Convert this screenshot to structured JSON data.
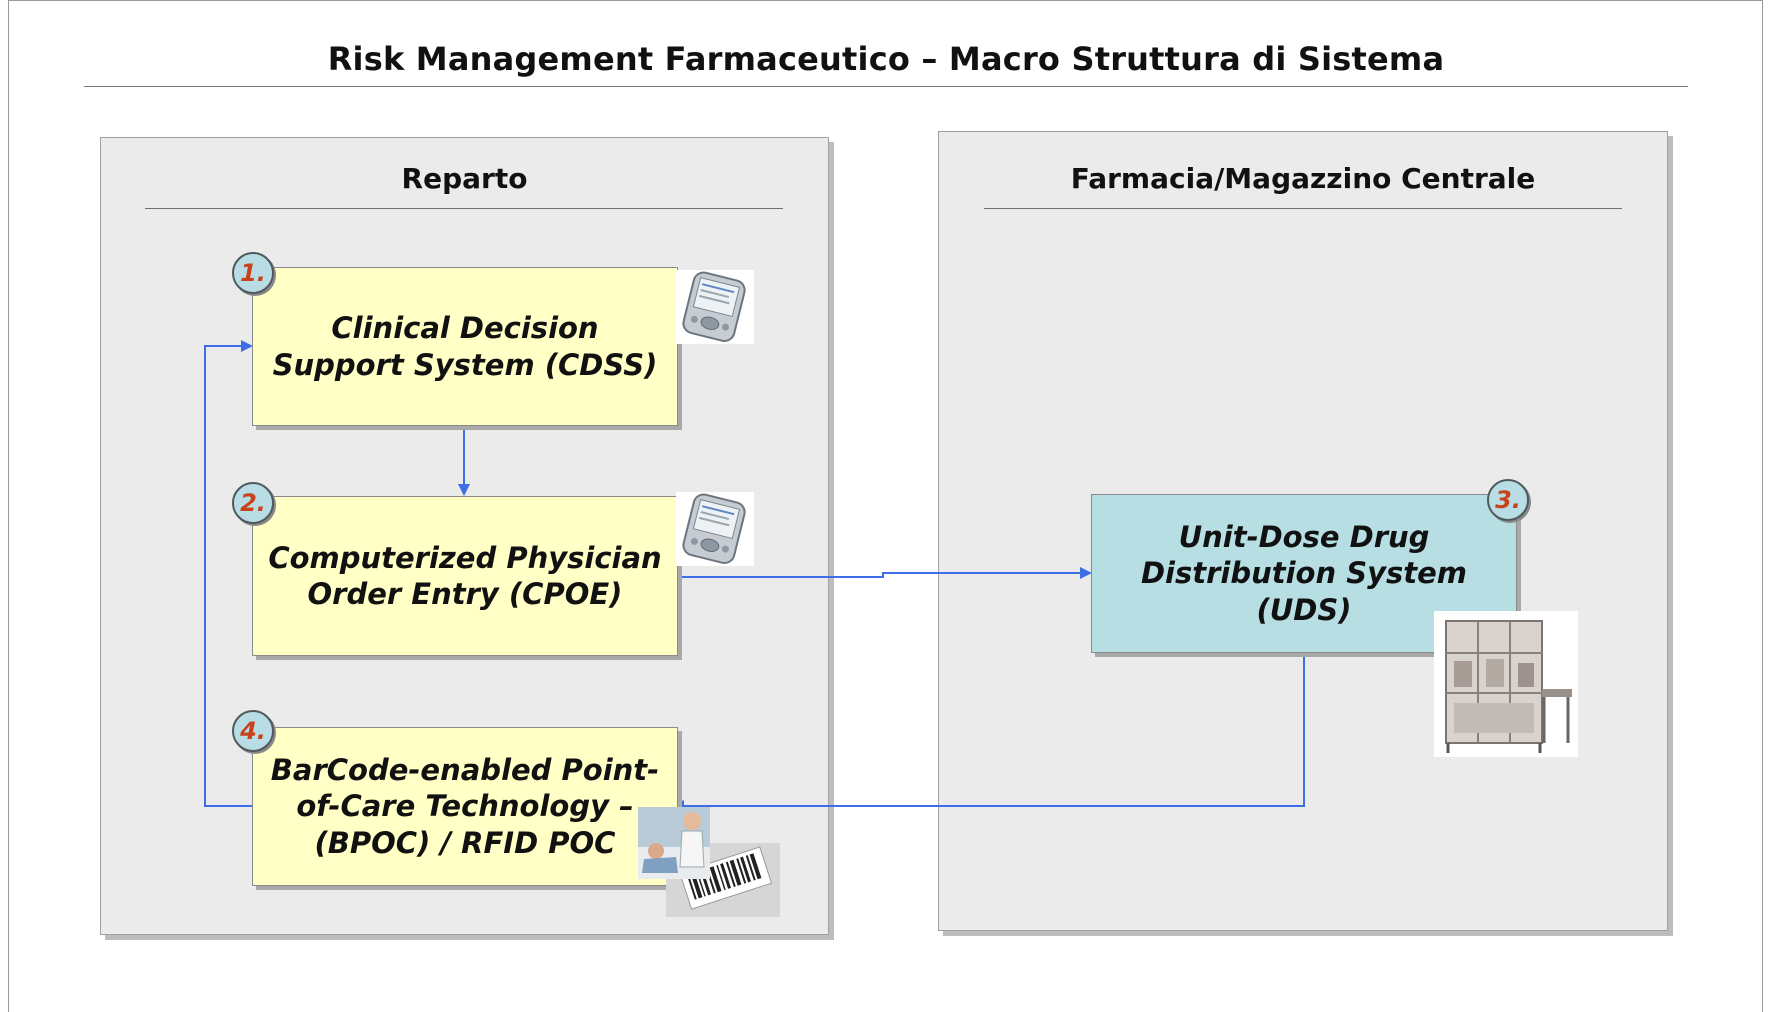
{
  "title": "Risk Management Farmaceutico – Macro Struttura di Sistema",
  "panels": {
    "left": {
      "title": "Reparto"
    },
    "right": {
      "title": "Farmacia/Magazzino Centrale"
    }
  },
  "boxes": [
    {
      "number": "1.",
      "lines": [
        "Clinical Decision",
        "Support System (CDSS)"
      ]
    },
    {
      "number": "2.",
      "lines": [
        "Computerized Physician",
        "Order Entry (CPOE)"
      ]
    },
    {
      "number": "3.",
      "lines": [
        "Unit-Dose Drug",
        "Distribution System",
        "(UDS)"
      ]
    },
    {
      "number": "4.",
      "lines": [
        "BarCode-enabled Point-",
        "of-Care Technology –",
        "(BPOC) / RFID POC"
      ]
    }
  ],
  "colors": {
    "connector": "#3d6ee8",
    "box_yellow": "#ffffc6",
    "box_teal": "#b7dfe3",
    "badge_number": "#c8421b",
    "panel": "#ebebeb"
  },
  "icons": [
    "pda-icon",
    "pda-icon",
    "dispensing-machine-image",
    "patient-care-barcode-image"
  ]
}
